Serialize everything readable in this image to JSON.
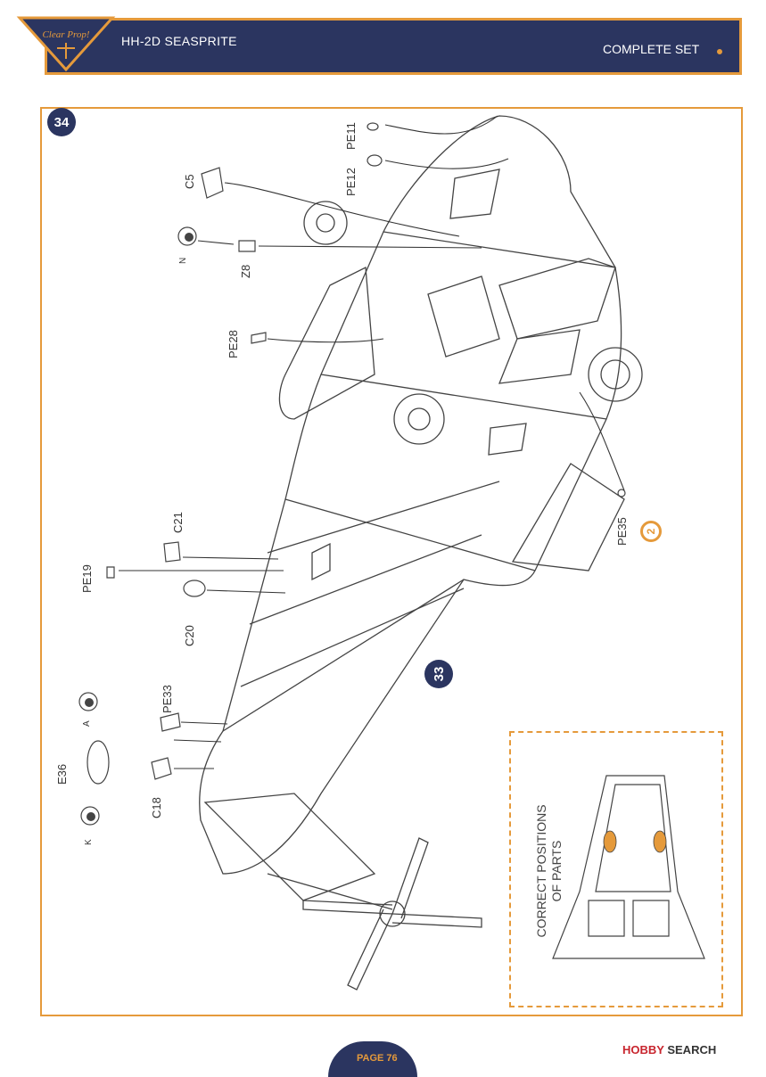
{
  "header": {
    "logo_text": "Clear Prop!",
    "title": "HH-2D SEASPRITE",
    "right_label": "COMPLETE SET"
  },
  "step_main": "34",
  "step_sub": "33",
  "parts": {
    "pe11": "PE11",
    "pe12": "PE12",
    "c5": "C5",
    "n": "N",
    "z8": "Z8",
    "pe28": "PE28",
    "c21": "C21",
    "pe19": "PE19",
    "c20": "C20",
    "pe35": "PE35",
    "pe33": "PE33",
    "a": "A",
    "e36": "E36",
    "c18": "C18",
    "k": "K"
  },
  "paint_mark": "2",
  "inset_text": "CORRECT POSITIONS OF PARTS",
  "page": "PAGE 76",
  "watermark": {
    "brand": "HOBBY",
    "suffix": "SEARCH"
  },
  "colors": {
    "navy": "#2b3560",
    "orange": "#e59a3b"
  }
}
